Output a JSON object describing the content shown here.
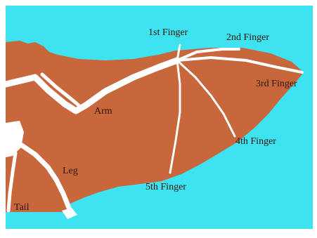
{
  "diagram": {
    "colors": {
      "background": "#3ee2f0",
      "wing": "#c8663c",
      "bone": "#ffffff",
      "label": "#2a1608"
    },
    "labels": {
      "finger1": "1st Finger",
      "finger2": "2nd Finger",
      "finger3": "3rd Finger",
      "finger4": "4th Finger",
      "finger5": "5th Finger",
      "arm": "Arm",
      "leg": "Leg",
      "tail": "Tail"
    }
  }
}
